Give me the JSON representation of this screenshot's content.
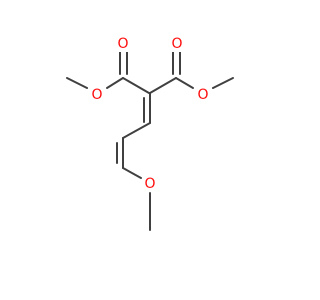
{
  "molecule": {
    "atoms": {
      "o_carbonyl_left": "O",
      "o_carbonyl_right": "O",
      "o_ester_left": "O",
      "o_ester_right": "O",
      "o_ether": "O"
    },
    "bond_color": "#404040",
    "heteroatom_color": "#ff0d0d"
  }
}
